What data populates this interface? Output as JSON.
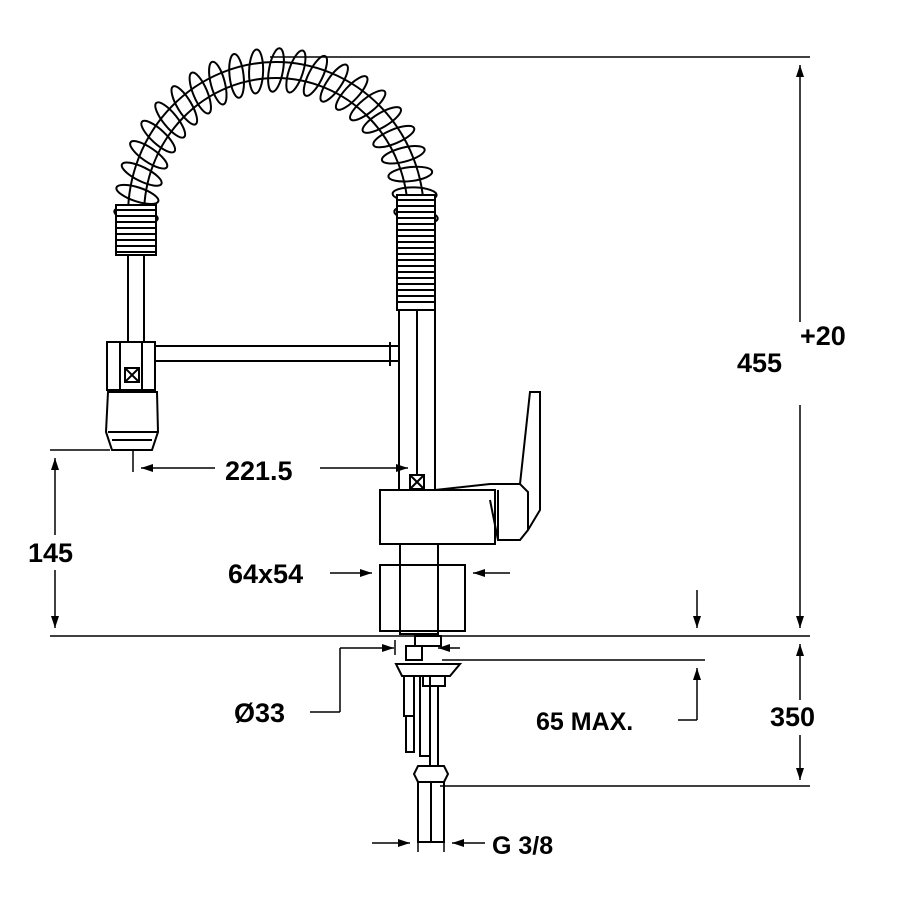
{
  "dimensions": {
    "height_total": "455",
    "height_tolerance": "+20",
    "spout_reach": "221.5",
    "spout_height": "145",
    "base_size": "64x54",
    "hole_diameter": "Ø33",
    "worktop_max": "65 MAX.",
    "below_counter": "350",
    "connection_thread": "G 3/8"
  }
}
